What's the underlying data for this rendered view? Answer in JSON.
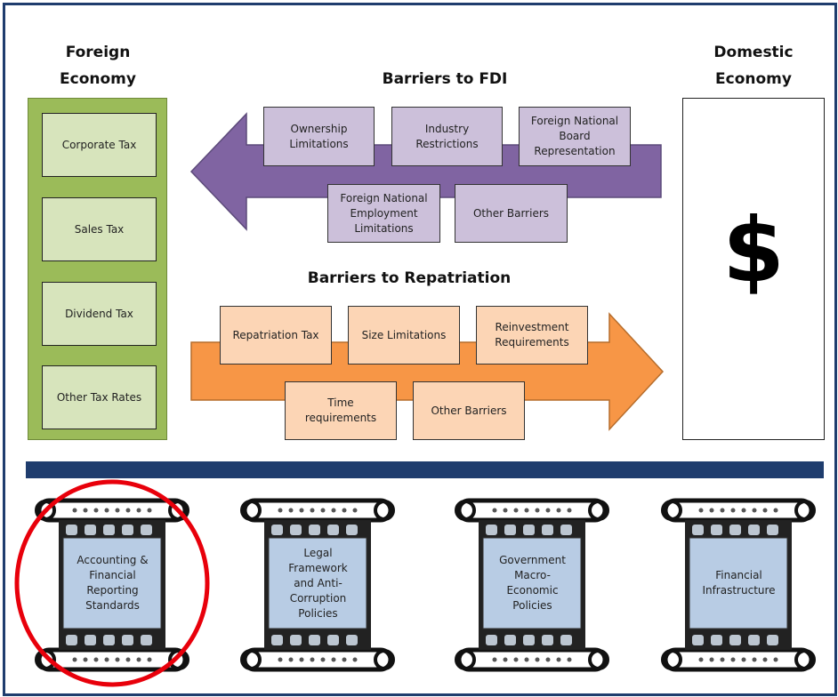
{
  "headings": {
    "foreign": "Foreign\nEconomy",
    "domestic": "Domestic\nEconomy",
    "fdi": "Barriers to FDI",
    "repatriation": "Barriers to Repatriation"
  },
  "taxes": [
    "Corporate Tax",
    "Sales Tax",
    "Dividend Tax",
    "Other Tax Rates"
  ],
  "fdi_barriers": [
    "Ownership\nLimitations",
    "Industry\nRestrictions",
    "Foreign National\nBoard\nRepresentation",
    "Foreign National\nEmployment\nLimitations",
    "Other Barriers"
  ],
  "repatriation_barriers": [
    "Repatriation Tax",
    "Size Limitations",
    "Reinvestment\nRequirements",
    "Time\nrequirements",
    "Other Barriers"
  ],
  "domestic_symbol": "$",
  "pillars": [
    "Accounting &\nFinancial\nReporting\nStandards",
    "Legal\nFramework\nand Anti-\nCorruption\nPolicies",
    "Government\nMacro-\nEconomic\nPolicies",
    "Financial\nInfrastructure"
  ],
  "colors": {
    "border": "#1f3d6e",
    "green": "#9bbb59",
    "purple_arrow": "#8064a2",
    "orange_arrow": "#f79646",
    "highlight_circle": "#e8000b"
  }
}
